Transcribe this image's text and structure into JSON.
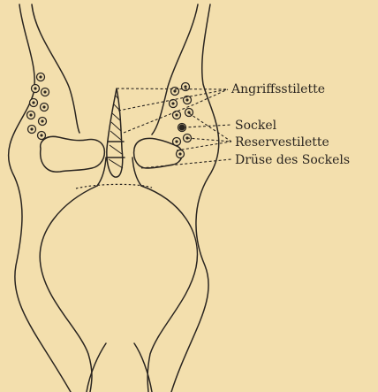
{
  "labels": {
    "angriffsstilette": "Angriffsstilette",
    "sockel": "Sockel",
    "reservestilette": "Reservestilette",
    "druese": "Drüse des Sockels"
  },
  "colors": {
    "background": "#f3dfad",
    "ink": "#2a2520"
  }
}
